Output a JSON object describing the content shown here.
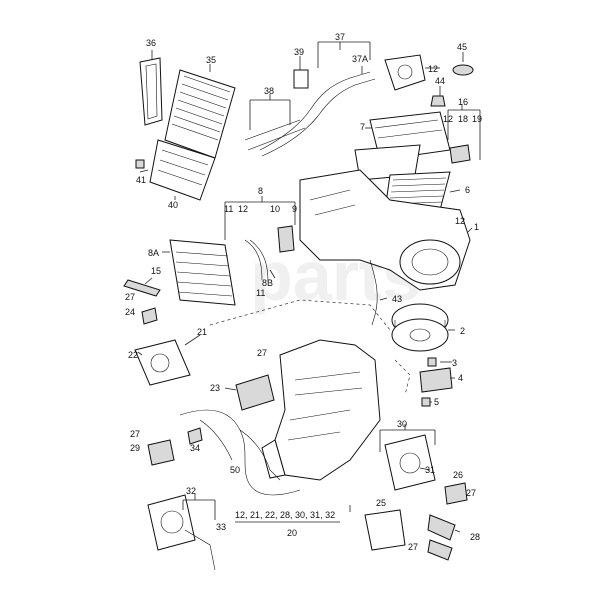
{
  "watermark": "parts",
  "callouts": [
    {
      "id": "c36",
      "text": "36"
    },
    {
      "id": "c35",
      "text": "35"
    },
    {
      "id": "c39",
      "text": "39"
    },
    {
      "id": "c37",
      "text": "37"
    },
    {
      "id": "c37a",
      "text": "37A"
    },
    {
      "id": "c12a",
      "text": "12"
    },
    {
      "id": "c45",
      "text": "45"
    },
    {
      "id": "c44",
      "text": "44"
    },
    {
      "id": "c16",
      "text": "16"
    },
    {
      "id": "c38",
      "text": "38"
    },
    {
      "id": "c7",
      "text": "7"
    },
    {
      "id": "c12b",
      "text": "12"
    },
    {
      "id": "c18",
      "text": "18"
    },
    {
      "id": "c19",
      "text": "19"
    },
    {
      "id": "c41",
      "text": "41"
    },
    {
      "id": "c40",
      "text": "40"
    },
    {
      "id": "c6",
      "text": "6"
    },
    {
      "id": "c8",
      "text": "8"
    },
    {
      "id": "c11a",
      "text": "11"
    },
    {
      "id": "c12c",
      "text": "12"
    },
    {
      "id": "c10",
      "text": "10"
    },
    {
      "id": "c9",
      "text": "9"
    },
    {
      "id": "c12d",
      "text": "12"
    },
    {
      "id": "c1",
      "text": "1"
    },
    {
      "id": "c8a",
      "text": "8A"
    },
    {
      "id": "c15",
      "text": "15"
    },
    {
      "id": "c8b",
      "text": "8B"
    },
    {
      "id": "c11b",
      "text": "11"
    },
    {
      "id": "c43",
      "text": "43"
    },
    {
      "id": "c27a",
      "text": "27"
    },
    {
      "id": "c24",
      "text": "24"
    },
    {
      "id": "c21",
      "text": "21"
    },
    {
      "id": "c2",
      "text": "2"
    },
    {
      "id": "c22",
      "text": "22"
    },
    {
      "id": "c27b",
      "text": "27"
    },
    {
      "id": "c3",
      "text": "3"
    },
    {
      "id": "c4",
      "text": "4"
    },
    {
      "id": "c23",
      "text": "23"
    },
    {
      "id": "c5",
      "text": "5"
    },
    {
      "id": "c27c",
      "text": "27"
    },
    {
      "id": "c30",
      "text": "30"
    },
    {
      "id": "c29",
      "text": "29"
    },
    {
      "id": "c34",
      "text": "34"
    },
    {
      "id": "c31",
      "text": "31"
    },
    {
      "id": "c50",
      "text": "50"
    },
    {
      "id": "c26",
      "text": "26"
    },
    {
      "id": "c27d",
      "text": "27"
    },
    {
      "id": "c32",
      "text": "32"
    },
    {
      "id": "c25",
      "text": "25"
    },
    {
      "id": "c33",
      "text": "33"
    },
    {
      "id": "c27e",
      "text": "27"
    },
    {
      "id": "c28",
      "text": "28"
    },
    {
      "id": "c20",
      "text": "20"
    }
  ],
  "group_label": "12, 21, 22, 28, 30, 31, 32"
}
